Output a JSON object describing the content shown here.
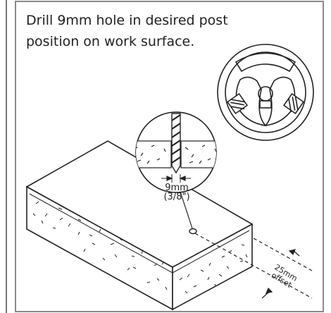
{
  "instruction": {
    "line1": "Drill 9mm hole in desired post",
    "line2": "position on work surface."
  },
  "callout": {
    "hole_size_mm": "9mm",
    "hole_size_in": "(3/8\")"
  },
  "offset": {
    "line1": "25mm",
    "line2": "offset"
  },
  "colors": {
    "line": "#222222",
    "frame": "#8a8a8a"
  }
}
